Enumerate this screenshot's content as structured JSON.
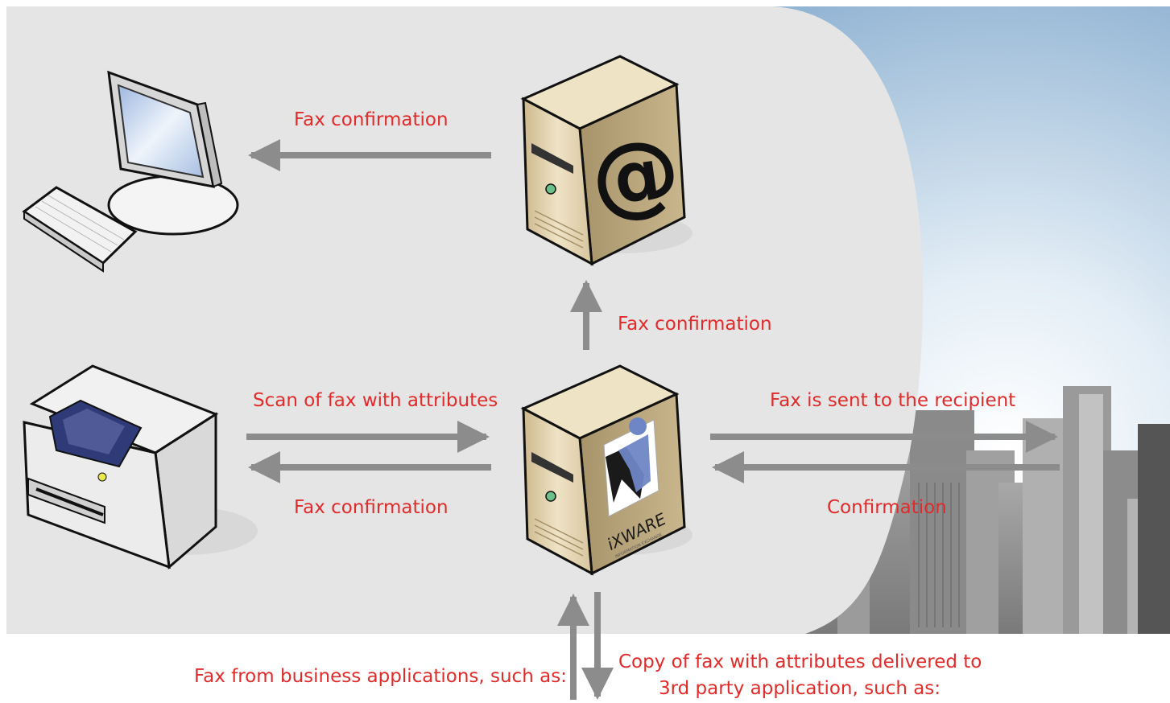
{
  "labels": {
    "top_fax_confirmation": "Fax confirmation",
    "vertical_fax_confirmation": "Fax confirmation",
    "scan_of_fax": "Scan of fax with attributes",
    "bottom_fax_confirmation": "Fax confirmation",
    "fax_sent": "Fax is sent to the recipient",
    "confirmation": "Confirmation",
    "fax_from_business": "Fax from business applications, such as:",
    "copy_of_fax_line1": "Copy of fax with attributes delivered to",
    "copy_of_fax_line2": "3rd party application, such as:"
  },
  "logo_text": {
    "brand": "iXWARE",
    "tagline": "INFORMATION EXCHANGE"
  },
  "colors": {
    "label": "#e02b2b",
    "arrow": "#8c8c8c",
    "panel": "#e5e5e5",
    "server": "#d8c7a0",
    "sky": "#a9c4dc",
    "city": "#8e8e8e"
  }
}
